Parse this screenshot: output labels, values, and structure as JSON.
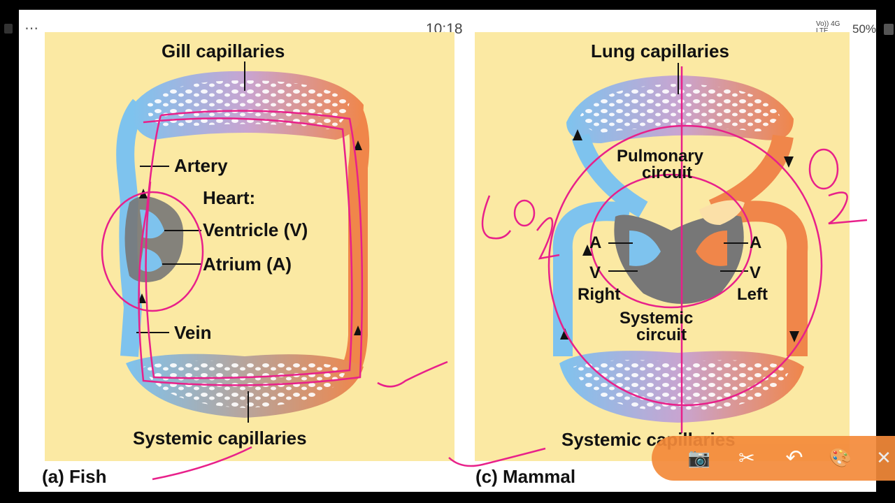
{
  "status_bar": {
    "menu": "⋯",
    "time": "10:18",
    "network_line1": "Vo)) 4G",
    "network_line2": "LTE",
    "battery": "50%"
  },
  "fish": {
    "top_label": "Gill capillaries",
    "artery": "Artery",
    "heart": "Heart:",
    "ventricle": "Ventricle (V)",
    "atrium": "Atrium (A)",
    "vein": "Vein",
    "bottom_label": "Systemic capillaries",
    "caption": "(a) Fish"
  },
  "mammal": {
    "top_label": "Lung capillaries",
    "pulmonary_1": "Pulmonary",
    "pulmonary_2": "circuit",
    "a_left": "A",
    "a_right": "A",
    "v_left": "V",
    "v_right": "V",
    "right": "Right",
    "left": "Left",
    "systemic_1": "Systemic",
    "systemic_2": "circuit",
    "bottom_label": "Systemic capillaries",
    "caption": "(c) Mammal"
  },
  "colors": {
    "background": "#fbe9a3",
    "deoxygenated": "#7ec3ee",
    "oxygenated": "#f0864a",
    "annotation": "#e8208a",
    "toolbar": "#f48a3a"
  },
  "toolbar": {
    "camera": "📷",
    "eraser": "✂",
    "undo": "↶",
    "palette": "🎨",
    "close": "✕"
  }
}
